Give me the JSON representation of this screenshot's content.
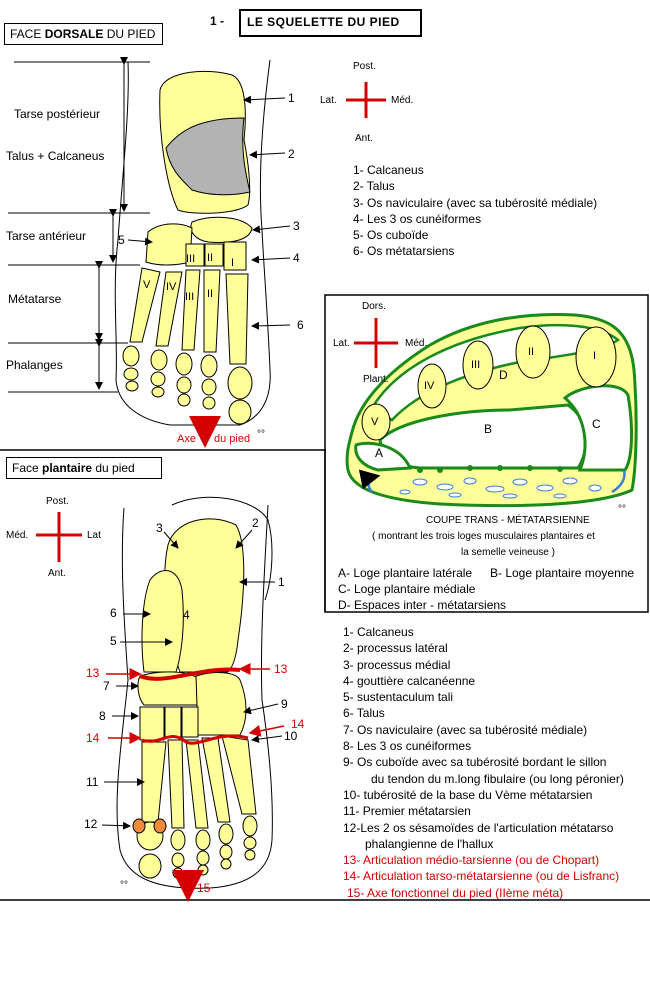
{
  "header": {
    "number": "1 -",
    "title": "LE SQUELETTE DU PIED"
  },
  "dorsal": {
    "box_title_prefix": "FACE ",
    "box_title_bold": "DORSALE",
    "box_title_suffix": " DU PIED",
    "regions": [
      "Tarse postérieur",
      "Talus + Calcaneus",
      "Tarse antérieur",
      "Métatarse",
      "Phalanges"
    ],
    "numbers": [
      "1",
      "2",
      "3",
      "4",
      "5",
      "6"
    ],
    "roman": [
      "I",
      "II",
      "III",
      "IV",
      "V"
    ],
    "axis_label_1": "Axe",
    "axis_label_2": "du pied",
    "oo": "°°",
    "compass": {
      "top": "Post.",
      "bottom": "Ant.",
      "left": "Lat.",
      "right": "Méd."
    },
    "legend": [
      "1- Calcaneus",
      "2- Talus",
      "3- Os naviculaire (avec sa tubérosité médiale)",
      "4- Les 3 os cunéiformes",
      "5- Os cuboïde",
      "6- Os métatarsiens"
    ]
  },
  "section": {
    "compass": {
      "top": "Dors.",
      "bottom": "Plant.",
      "left": "Lat.",
      "right": "Méd."
    },
    "roman": [
      "I",
      "II",
      "III",
      "IV",
      "V"
    ],
    "letters": [
      "A",
      "B",
      "C",
      "D"
    ],
    "caption_title": "COUPE TRANS - MÉTATARSIENNE",
    "caption_line2": "( montrant les trois loges musculaires plantaires et",
    "caption_line3": "la semelle veineuse )",
    "oo": "°°",
    "legend_a": "A- Loge plantaire latérale",
    "legend_b": "B- Loge plantaire moyenne",
    "legend_c": "C- Loge plantaire médiale",
    "legend_d": "D- Espaces inter - métatarsiens"
  },
  "plantar": {
    "box_title_prefix": "Face ",
    "box_title_bold": "plantaire",
    "box_title_suffix": " du pied",
    "compass": {
      "top": "Post.",
      "bottom": "Ant.",
      "left": "Méd.",
      "right": "Lat"
    },
    "numbers": [
      "1",
      "2",
      "3",
      "4",
      "5",
      "6",
      "7",
      "8",
      "9",
      "10",
      "11",
      "12",
      "13",
      "13",
      "14",
      "14",
      "15"
    ],
    "oo": "°°",
    "legend": [
      "1- Calcaneus",
      "2- processus  latéral",
      "3- processus  médial",
      "4- gouttière calcanéenne",
      "5- sustentaculum tali",
      "6- Talus",
      "7- Os naviculaire (avec sa tubérosité médiale)",
      "8- Les 3 os cunéiformes",
      "9- Os cuboïde avec sa tubérosité bordant le sillon",
      "du tendon du m.long fibulaire (ou long péronier)",
      "10- tubérosité de la base du Vème métatarsien",
      "11- Premier métatarsien",
      "12-Les 2 os sésamoïdes de l'articulation métatarso",
      "phalangienne de l'hallux"
    ],
    "legend_red": [
      "13- Articulation médio-tarsienne (ou de Chopart)",
      "14- Articulation tarso-métatarsienne (ou de Lisfranc)",
      "15- Axe fonctionnel du pied (IIème méta)"
    ]
  },
  "colors": {
    "bone": "#ffff99",
    "talus_gray": "#b3b3b3",
    "accent_red": "#d40000",
    "compartment_green": "#1a8a1a",
    "sesamoid_orange": "#f08a3c",
    "vein_blue": "#3a7fd5"
  }
}
